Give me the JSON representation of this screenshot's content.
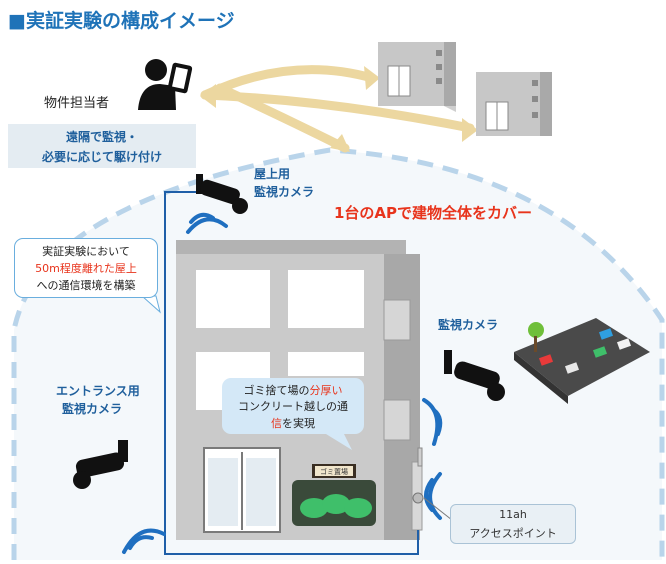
{
  "title": "■実証実験の構成イメージ",
  "owner_label": "物件担当者",
  "remote": {
    "line1": "遠隔で監視・",
    "line2": "必要に応じて駆け付け"
  },
  "rooftop_camera": {
    "line1": "屋上用",
    "line2": "監視カメラ"
  },
  "coverage_headline": "1台のAPで建物全体をカバー",
  "callout_left": {
    "line1": "実証実験において",
    "line2": "50m程度離れた屋上",
    "line3": "への通信環境を構築"
  },
  "monitor_camera_label": "監視カメラ",
  "entrance_camera": {
    "line1": "エントランス用",
    "line2": "監視カメラ"
  },
  "callout_mid": {
    "line1_a": "ゴミ捨て場の",
    "line1_b": "分厚い",
    "line2": "コンクリート越しの通",
    "line3_a": "信",
    "line3_b": "を実現"
  },
  "garbage_sign": "ゴミ置場",
  "access_point": {
    "line1": "11ah",
    "line2": "アクセスポイント"
  },
  "colors": {
    "accent_blue": "#1f73b8",
    "highlight_red": "#e8341c",
    "wave_blue": "#1f6fc0",
    "arrow_tan": "#ecd7a0"
  }
}
